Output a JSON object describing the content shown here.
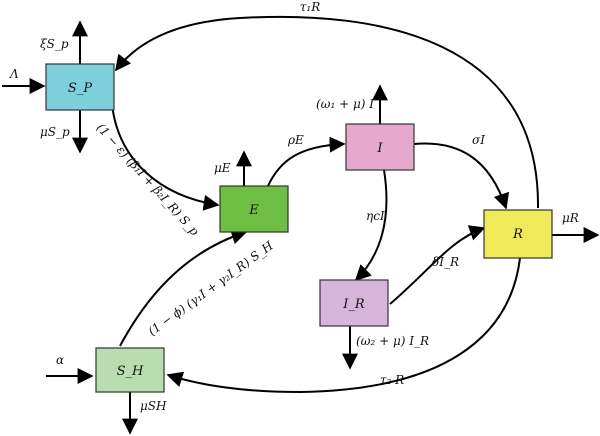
{
  "compartments": {
    "sp": {
      "label": "S_P",
      "color": "#7ecfdc"
    },
    "e": {
      "label": "E",
      "color": "#6fbf45"
    },
    "i": {
      "label": "I",
      "color": "#e6a9cc"
    },
    "r": {
      "label": "R",
      "color": "#f0e95a"
    },
    "ir": {
      "label": "I_R",
      "color": "#d7b4da"
    },
    "sh": {
      "label": "S_H",
      "color": "#b9ddb0"
    }
  },
  "flows": {
    "tau1R": "τ₁R",
    "xiSp": "ξS_p",
    "lambda": "Λ",
    "muSp": "μS_p",
    "infection_p": "(1 − ε) (β₁I + β₂I_R) S_p",
    "muE": "μE",
    "rhoE": "ρE",
    "omega1": "(ω₁ + μ) I",
    "sigmaI": "σI",
    "etaI": "ηcI",
    "deltaIR": "δI_R",
    "muR": "μR",
    "omega2": "(ω₂ + μ) I_R",
    "infection_h": "(1 − ϕ) (γ₁I + γ₂I_R) S_H",
    "alpha": "α",
    "muSH": "μSH",
    "tau2R": "τ₂ R"
  }
}
